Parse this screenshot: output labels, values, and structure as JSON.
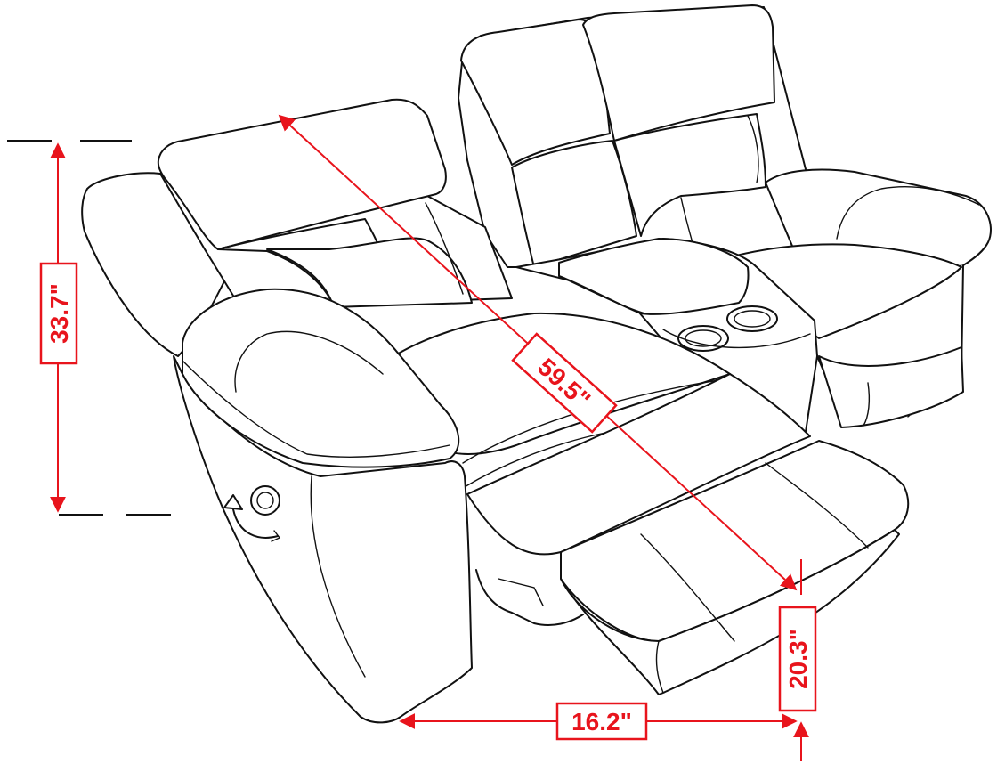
{
  "dimensions": {
    "height": "33.7\"",
    "diagonal": "59.5\"",
    "footrest_height": "20.3\"",
    "footrest_depth": "16.2\""
  },
  "colors": {
    "line": "#111111",
    "dimension": "#e8141c",
    "background": "#ffffff"
  },
  "icons": {
    "recline_control": "rotate-arrow-icon"
  }
}
